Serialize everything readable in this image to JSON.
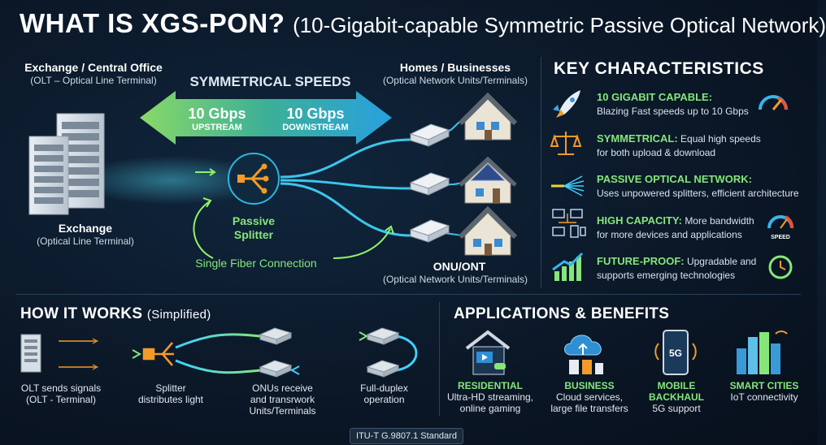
{
  "title": {
    "main": "WHAT IS XGS-PON?",
    "sub": "(10-Gigabit-capable Symmetric Passive Optical Network)"
  },
  "diagram": {
    "exchange_top": {
      "title": "Exchange / Central Office",
      "subtitle": "(OLT – Optical Line Terminal)"
    },
    "homes_top": {
      "title": "Homes / Businesses",
      "subtitle": "(Optical Network Units/Terminals)"
    },
    "symmetrical_title": "SYMMETRICAL SPEEDS",
    "upstream": {
      "speed": "10 Gbps",
      "label": "UPSTREAM"
    },
    "downstream": {
      "speed": "10 Gbps",
      "label": "DOWNSTREAM"
    },
    "exchange_bottom": {
      "title": "Exchange",
      "subtitle": "(Optical Line Terminal)"
    },
    "splitter": {
      "line1": "Passive",
      "line2": "Splitter"
    },
    "single_fiber": "Single Fiber Connection",
    "onu": {
      "title": "ONU/ONT",
      "subtitle": "(Optical Network Units/Terminals)"
    }
  },
  "key_characteristics": {
    "title": "KEY CHARACTERISTICS",
    "items": [
      {
        "key": "10 GIGABIT CAPABLE:",
        "text": "Blazing Fast speeds up to 10 Gbps",
        "icon": "rocket-icon"
      },
      {
        "key": "SYMMETRICAL:",
        "text": "Equal high speeds for both upload & download",
        "icon": "scale-icon"
      },
      {
        "key": "PASSIVE OPTICAL NETWORK:",
        "text": "Uses unpowered splitters, efficient architecture",
        "icon": "fiber-icon"
      },
      {
        "key": "HIGH CAPACITY:",
        "text": "More bandwidth for more devices and applications",
        "icon": "devices-icon",
        "badge": "SPEED"
      },
      {
        "key": "FUTURE-PROOF:",
        "text": "Upgradable and supports emerging technologies",
        "icon": "growth-chart-icon"
      }
    ]
  },
  "how_it_works": {
    "title": "HOW IT WORKS",
    "title_suffix": "(Simplified)",
    "steps": [
      {
        "line1": "OLT sends signals",
        "line2": "(OLT - Terminal)"
      },
      {
        "line1": "Splitter",
        "line2": "distributes light"
      },
      {
        "line1": "ONUs receive",
        "line2": "and transrwork",
        "line3": "Units/Terminals"
      },
      {
        "line1": "Full-duplex",
        "line2": "operation"
      }
    ]
  },
  "applications": {
    "title": "APPLICATIONS & BENEFITS",
    "items": [
      {
        "label": "RESIDENTIAL",
        "desc1": "Ultra-HD streaming,",
        "desc2": "online gaming"
      },
      {
        "label": "BUSINESS",
        "desc1": "Cloud services,",
        "desc2": "large file transfers"
      },
      {
        "label1": "MOBILE",
        "label2": "BACKHAUL",
        "desc1": "5G support",
        "badge": "5G"
      },
      {
        "label": "SMART CITIES",
        "desc1": "IoT connectivity"
      }
    ]
  },
  "footer_badge": "ITU-T G.9807.1 Standard",
  "colors": {
    "accent_green": "#86e67a",
    "accent_cyan": "#35c8ff",
    "accent_orange": "#f39a2b",
    "background": "#0b1828"
  }
}
